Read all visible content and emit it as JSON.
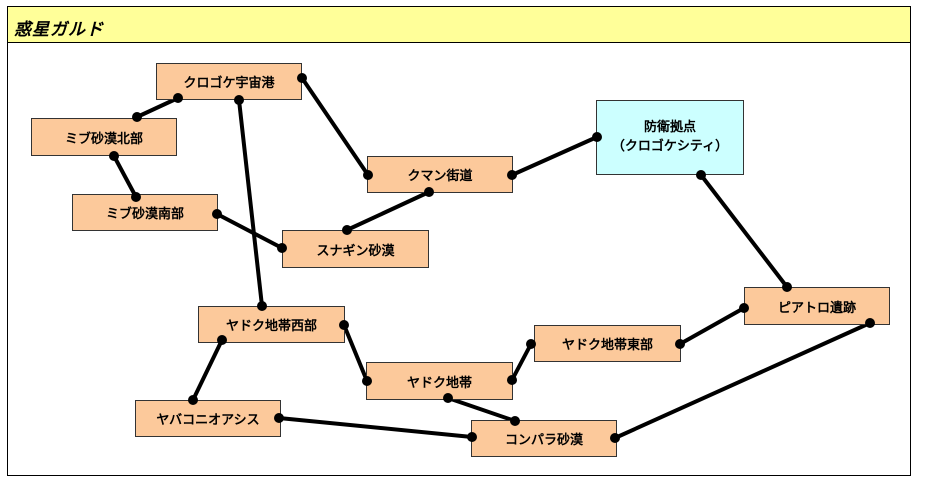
{
  "header": {
    "title": "惑星ガルド"
  },
  "colors": {
    "header_bg": "#ffff99",
    "node_bg": "#fcc99b",
    "base_bg": "#ccffff",
    "link": "#000000"
  },
  "nodes": {
    "kurogoke_spaceport": "クロゴケ宇宙港",
    "mibu_north": "ミブ砂漠北部",
    "mibu_south": "ミブ砂漠南部",
    "kuman_road": "クマン街道",
    "base_line1": "防衛拠点",
    "base_line2": "（クロゴケシティ）",
    "sunagin_desert": "スナギン砂漠",
    "pietoro_ruins": "ピアトロ遺跡",
    "yadoku_west": "ヤドク地帯西部",
    "yadoku_east": "ヤドク地帯東部",
    "yadoku": "ヤドク地帯",
    "yabakoni_oasis": "ヤバコニオアシス",
    "konpara_desert": "コンパラ砂漠"
  }
}
